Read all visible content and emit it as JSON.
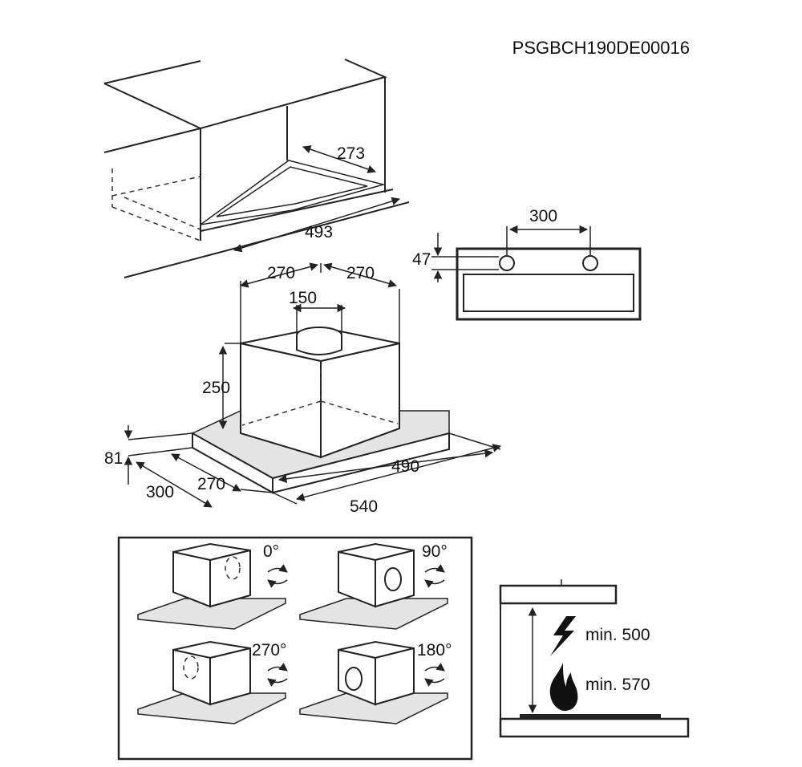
{
  "document_code": "PSGBCH190DE00016",
  "cabinet": {
    "depth_dim": "273",
    "width_dim": "493"
  },
  "hood": {
    "left_offset": "270",
    "right_offset": "270",
    "duct_diameter": "150",
    "body_height": "250",
    "panel_height": "81",
    "panel_depth": "300",
    "body_depth": "270",
    "body_width": "490",
    "panel_width": "540"
  },
  "mount_plate": {
    "hole_spacing": "300",
    "hole_offset": "47"
  },
  "orientations": [
    {
      "label": "0°"
    },
    {
      "label": "90°"
    },
    {
      "label": "270°"
    },
    {
      "label": "180°"
    }
  ],
  "clearance": {
    "electric_label": "min. 500",
    "gas_label": "min. 570",
    "electric_icon": "lightning-icon",
    "gas_icon": "flame-icon"
  }
}
